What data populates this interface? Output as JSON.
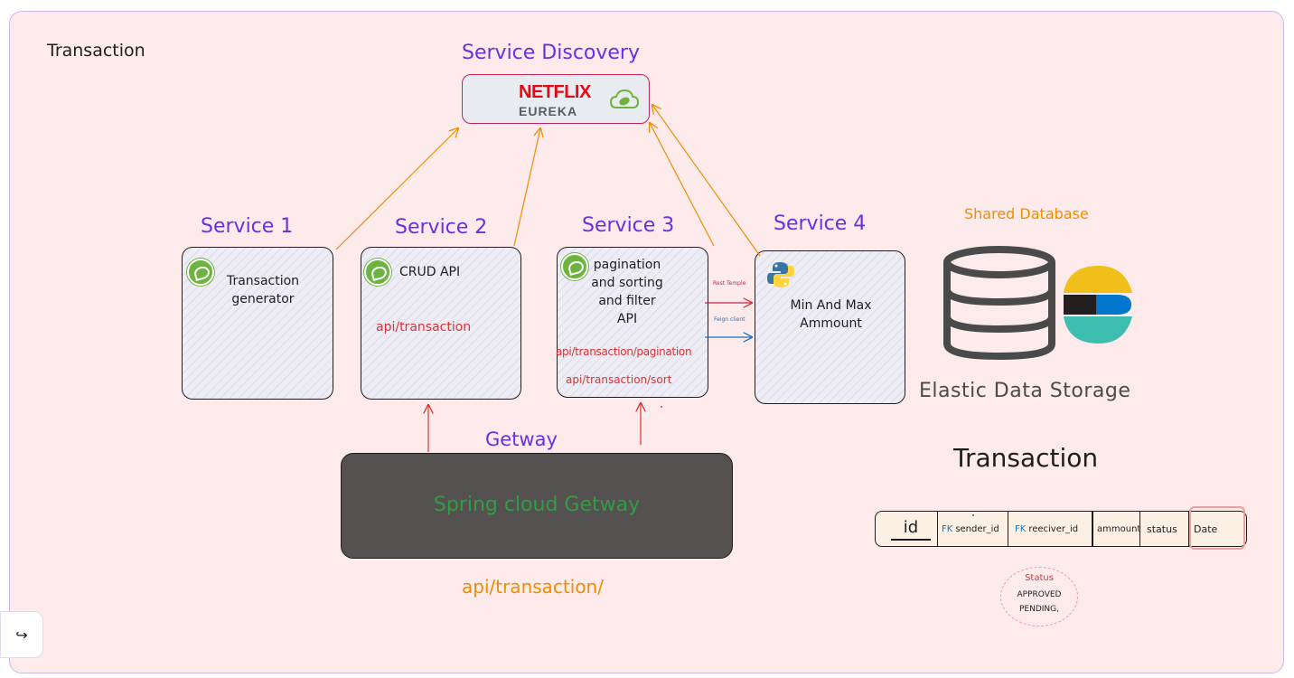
{
  "frame": {
    "title": "Transaction"
  },
  "discovery": {
    "title": "Service Discovery",
    "logo_top": "NETFLIX",
    "logo_bottom": "EUREKA",
    "cloud_icon": "leaf-cloud-icon"
  },
  "services": [
    {
      "title": "Service 1",
      "lines": [
        "Transaction",
        "generator"
      ],
      "icon": "spring-icon"
    },
    {
      "title": "Service 2",
      "lines": [
        "CRUD API"
      ],
      "endpoints": [
        "api/transaction"
      ],
      "icon": "spring-icon"
    },
    {
      "title": "Service 3",
      "lines": [
        "pagination",
        "and sorting",
        "and filter",
        "API"
      ],
      "endpoints": [
        "api/transaction/pagination",
        "api/transaction/sort"
      ],
      "icon": "spring-icon"
    },
    {
      "title": "Service 4",
      "lines": [
        "Min And Max",
        "Ammount"
      ],
      "icon": "python-icon"
    }
  ],
  "connections": {
    "rest": "Rest Temple",
    "feign": "Feign client"
  },
  "gateway": {
    "title": "Getway",
    "label": "Spring cloud Getway",
    "path": "api/transaction/"
  },
  "database": {
    "title": "Shared Database",
    "caption": "Elastic Data Storage"
  },
  "entity": {
    "title": "Transaction",
    "columns": [
      {
        "fk": "",
        "name": "id"
      },
      {
        "fk": "FK",
        "name": "sender_id"
      },
      {
        "fk": "FK",
        "name": "reeciver_id"
      },
      {
        "fk": "",
        "name": "ammount"
      },
      {
        "fk": "",
        "name": "status"
      },
      {
        "fk": "",
        "name": "Date"
      }
    ],
    "status_note": {
      "title": "Status",
      "values": [
        "APPROVED",
        "PENDING,"
      ]
    }
  },
  "toolbar": {
    "redo_glyph": "↪"
  },
  "colors": {
    "violet": "#6a2fe0",
    "orange": "#f08c00",
    "red": "#e03131",
    "green": "#2f9e44",
    "blue": "#1971c2"
  }
}
